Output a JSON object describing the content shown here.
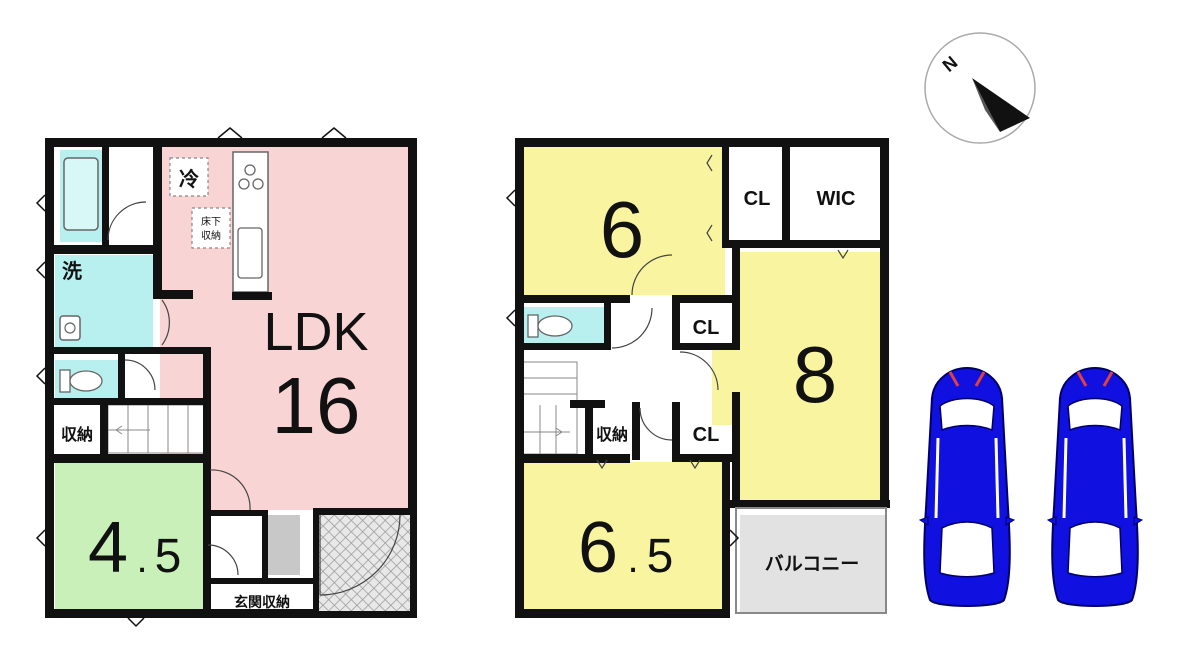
{
  "floor1": {
    "ldk_label": "LDK",
    "ldk_size": "16",
    "washitsu_big": "4",
    "washitsu_dot": ".",
    "washitsu_small": "5",
    "fridge": "冷",
    "underfloor_1": "床下",
    "underfloor_2": "収納",
    "laundry": "洗",
    "storage": "収納",
    "entrance_storage": "玄関収納"
  },
  "floor2": {
    "room_a": "6",
    "room_b": "8",
    "room_c_big": "6",
    "room_c_dot": ".",
    "room_c_small": "5",
    "closet_1": "CL",
    "closet_2": "CL",
    "closet_3": "CL",
    "wic": "WIC",
    "storage": "収納",
    "balcony": "バルコニー"
  },
  "compass": {
    "label": "N"
  },
  "icons": [
    "compass-icon",
    "car-icon",
    "car-icon"
  ],
  "colors": {
    "ldk": "#f8d4d4",
    "wet": "#b8f0f0",
    "washitsu": "#c8f0b8",
    "bedroom": "#f8f4a0",
    "balcony": "#e2e2e2",
    "car": "#1010e0"
  }
}
